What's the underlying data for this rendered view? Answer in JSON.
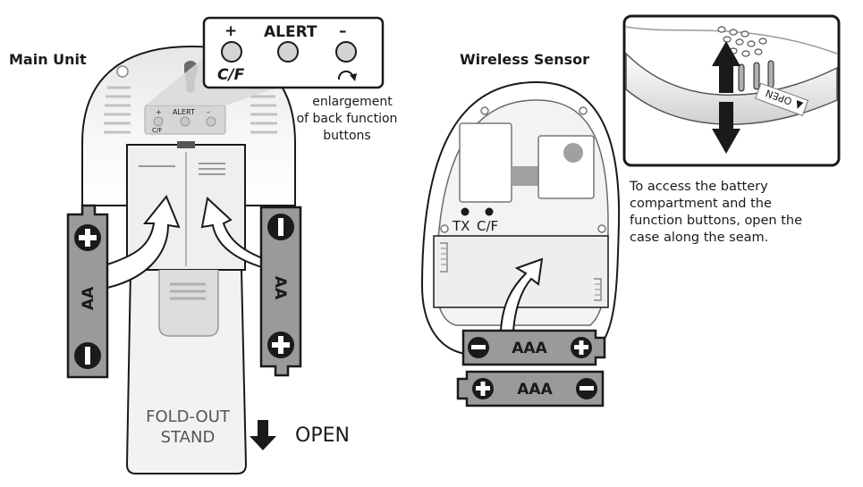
{
  "main_unit": {
    "heading": "Main Unit",
    "stand_line1": "FOLD-OUT",
    "stand_line2": "STAND",
    "open_label": "OPEN",
    "battery_left": "AA",
    "battery_right": "AA"
  },
  "enlargement": {
    "plus": "+",
    "alert": "ALERT",
    "minus": "–",
    "cf": "C/F",
    "small_plus": "+",
    "small_alert": "ALERT",
    "small_minus": "–",
    "small_cf": "C/F",
    "caption_line1": "enlargement",
    "caption_line2": "of back function",
    "caption_line3": "buttons"
  },
  "wireless_sensor": {
    "heading": "Wireless Sensor",
    "tx": "TX",
    "cf": "C/F",
    "battery_top": "AAA",
    "battery_bottom": "AAA"
  },
  "inset": {
    "open_label": "OPEN",
    "caption_line1": "To access the battery",
    "caption_line2": "compartment and the",
    "caption_line3": "function buttons, open the",
    "caption_line4": "case along the seam."
  },
  "colors": {
    "outline": "#1a1a1a",
    "light_gray": "#d9d9d9",
    "mid_gray": "#9a9a9a",
    "arrow_fill": "#ffffff"
  },
  "icons": [
    "plus-icon",
    "minus-icon",
    "refresh-icon",
    "arrow-down-icon",
    "double-arrow-icon"
  ]
}
